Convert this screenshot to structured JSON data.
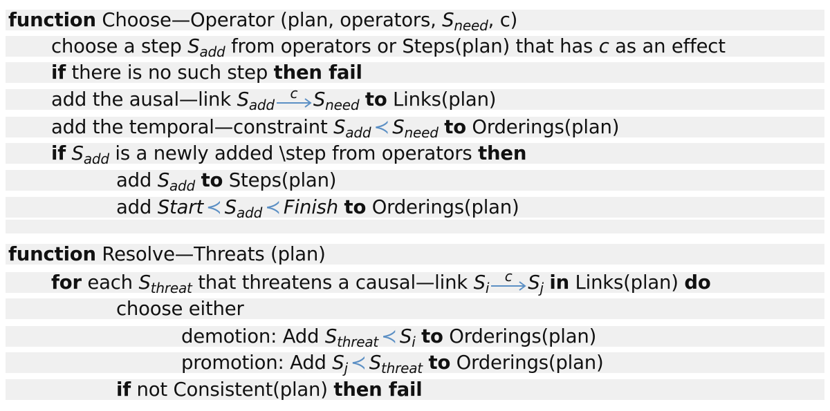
{
  "l1": {
    "kw": "function",
    "name": "Choose—Operator (plan, operators, ",
    "S": "S",
    "sub": "need",
    "tail": ", c)"
  },
  "l2": {
    "a": "choose a step ",
    "S": "S",
    "sub": "add",
    "b": " from operators or Steps(plan) that has ",
    "c": "c",
    "d": " as an effect"
  },
  "l3": {
    "kw1": "if",
    "a": " there is no such step ",
    "kw2": "then fail"
  },
  "l4": {
    "a": "add the ausal—link ",
    "S1": "S",
    "sub1": "add",
    "lbl": "c",
    "S2": "S",
    "sub2": "need",
    "kw": "to",
    "b": " Links(plan)"
  },
  "l5": {
    "a": "add the temporal—constraint ",
    "S1": "S",
    "sub1": "add",
    "prec": "≺",
    "S2": "S",
    "sub2": "need",
    "kw": "to",
    "b": " Orderings(plan)"
  },
  "l6": {
    "kw1": "if",
    "S": "S",
    "sub": "add",
    "a": " is a newly added \\step from operators ",
    "kw2": "then"
  },
  "l7": {
    "a": "add ",
    "S": "S",
    "sub": "add",
    "kw": "to",
    "b": " Steps(plan)"
  },
  "l8": {
    "a": "add ",
    "start": "Start",
    "prec1": "≺",
    "S": "S",
    "sub": "add",
    "prec2": "≺",
    "finish": "Finish",
    "kw": "to",
    "b": " Orderings(plan)"
  },
  "l9": {
    "kw": "function",
    "name": " Resolve—Threats (plan)"
  },
  "l10": {
    "kw1": "for",
    "a": " each ",
    "S": "S",
    "sub": "threat",
    "b": " that threatens a causal—link ",
    "Si": "S",
    "subi": "i",
    "lbl": "c",
    "Sj": "S",
    "subj": "j",
    "kw2": "in",
    "c": " Links(plan) ",
    "kw3": "do"
  },
  "l11": {
    "a": "choose either"
  },
  "l12": {
    "a": "demotion: Add ",
    "S1": "S",
    "sub1": "threat",
    "prec": "≺",
    "S2": "S",
    "sub2": "i",
    "kw": "to",
    "b": " Orderings(plan)"
  },
  "l13": {
    "a": "promotion: Add ",
    "S1": "S",
    "sub1": "j",
    "prec": "≺",
    "S2": "S",
    "sub2": "threat",
    "kw": "to",
    "b": " Orderings(plan)"
  },
  "l14": {
    "kw1": "if",
    "a": " not Consistent(plan) ",
    "kw2": "then fail"
  },
  "colors": {
    "accent": "#5b8fc4",
    "stripe": "#f0f0f0"
  }
}
